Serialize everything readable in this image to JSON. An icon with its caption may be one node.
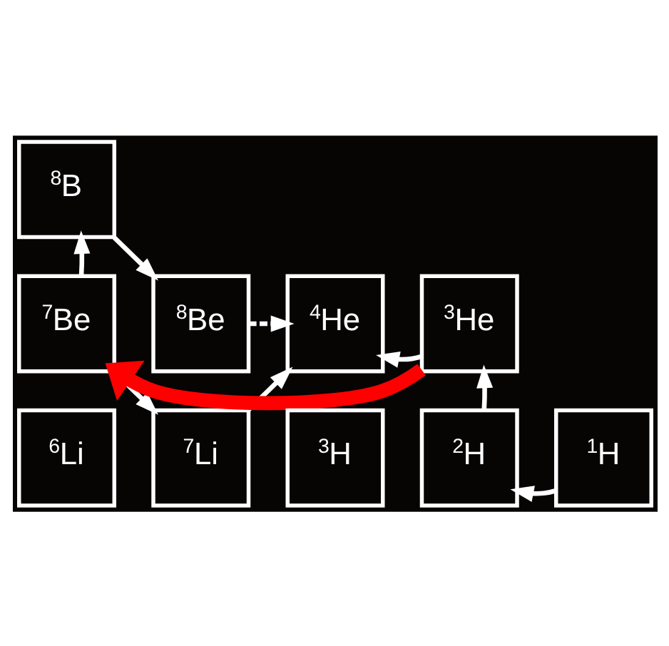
{
  "diagram": {
    "nodes": [
      {
        "text": [
          "$^{8}$B"
        ]
      },
      {
        "text": [
          "$^{7}$Be"
        ]
      },
      {
        "text": [
          "$^{8}$Be"
        ]
      },
      {
        "text": [
          "$^{6}$Li"
        ]
      },
      {
        "text": [
          "$^{7}$Li"
        ]
      },
      {
        "text": [
          "$^{3}$He"
        ]
      },
      {
        "text": [
          "$^{4}$He"
        ]
      },
      {
        "text": [
          "$^{1}$H"
        ]
      },
      {
        "text": [
          "$^{2}$H"
        ]
      },
      {
        "text": [
          "$^{3}$H"
        ]
      }
    ],
    "edges": [
      {
        "from": 7,
        "to": 8,
        "arrow": "to"
      },
      {
        "from": 8,
        "to": 5,
        "arrow": "to"
      },
      {
        "from": 5,
        "to": 6,
        "arrow": "to"
      },
      {
        "from": 5,
        "to": 1,
        "arrow": "to",
        "style": "thick",
        "color": "#ff0000"
      },
      {
        "from": 1,
        "to": 0,
        "arrow": "to"
      },
      {
        "from": 0,
        "to": 2,
        "arrow": "to"
      },
      {
        "from": 1,
        "to": 4,
        "arrow": "to"
      },
      {
        "from": 4,
        "to": 6,
        "arrow": "to"
      },
      {
        "from": 2,
        "to": 6,
        "arrow": "to",
        "style": "dashed"
      }
    ]
  }
}
